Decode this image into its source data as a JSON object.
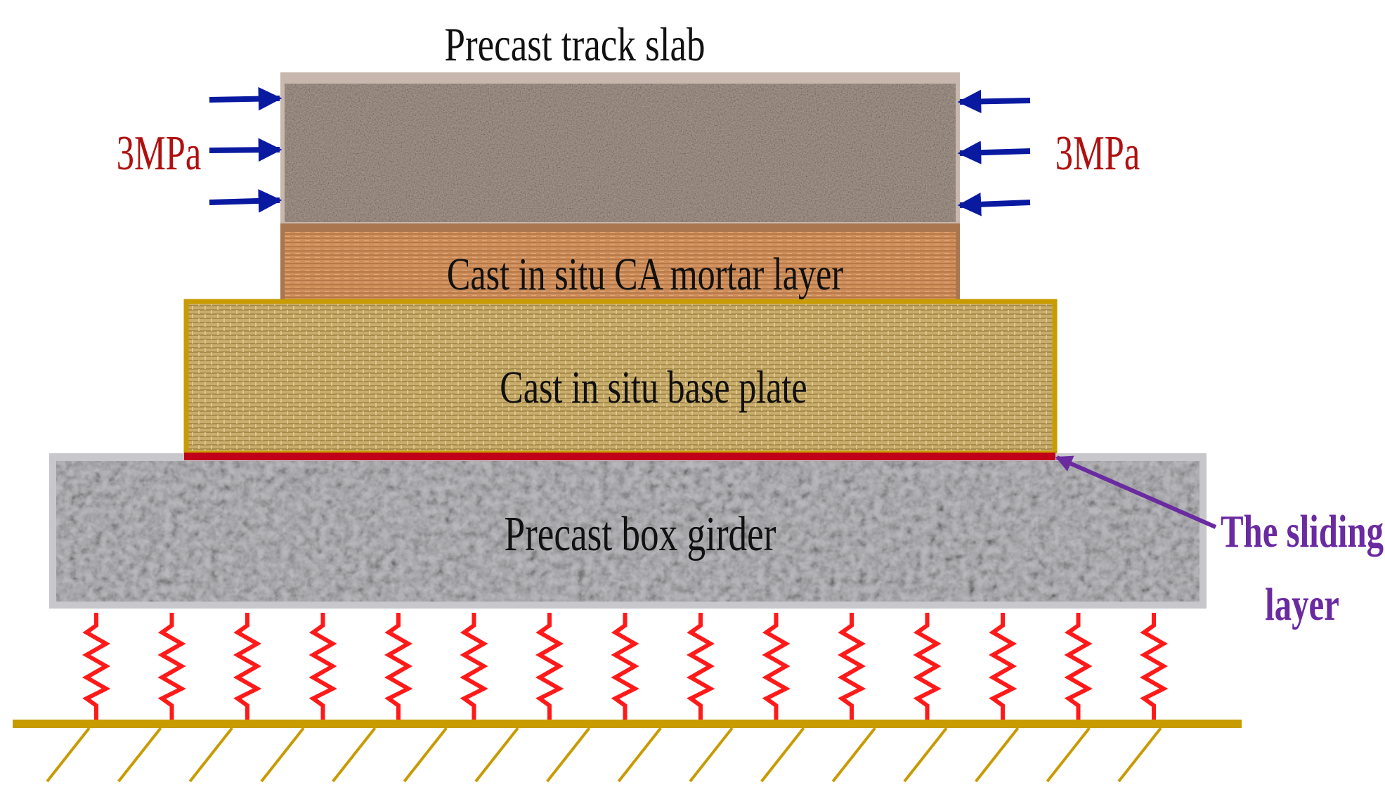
{
  "labels": {
    "track_slab": "Precast track slab",
    "mortar_layer": "Cast in situ CA mortar layer",
    "base_plate": "Cast in situ base plate",
    "box_girder": "Precast box girder",
    "sliding_layer_line1": "The sliding",
    "sliding_layer_line2": "layer",
    "pressure_left": "3MPa",
    "pressure_right": "3MPa"
  },
  "colors": {
    "slab_fill": "#a8998e",
    "slab_border": "#c7b7ac",
    "mortar_fill": "#c98a58",
    "mortar_border": "#a9764f",
    "base_fill": "#c7a968",
    "base_border": "#c89b00",
    "girder_fill": "#b8b8bc",
    "girder_border": "#c8c8cc",
    "sliding_line": "#c00018",
    "pressure_text": "#b01010",
    "pressure_arrow": "#0a1aa0",
    "sliding_text": "#6a2aa0",
    "sliding_arrow": "#6a2aa0",
    "spring": "#ff1a1a",
    "ground": "#c89b00"
  },
  "springs": {
    "count": 15
  },
  "ground_hatches": {
    "count": 16
  }
}
